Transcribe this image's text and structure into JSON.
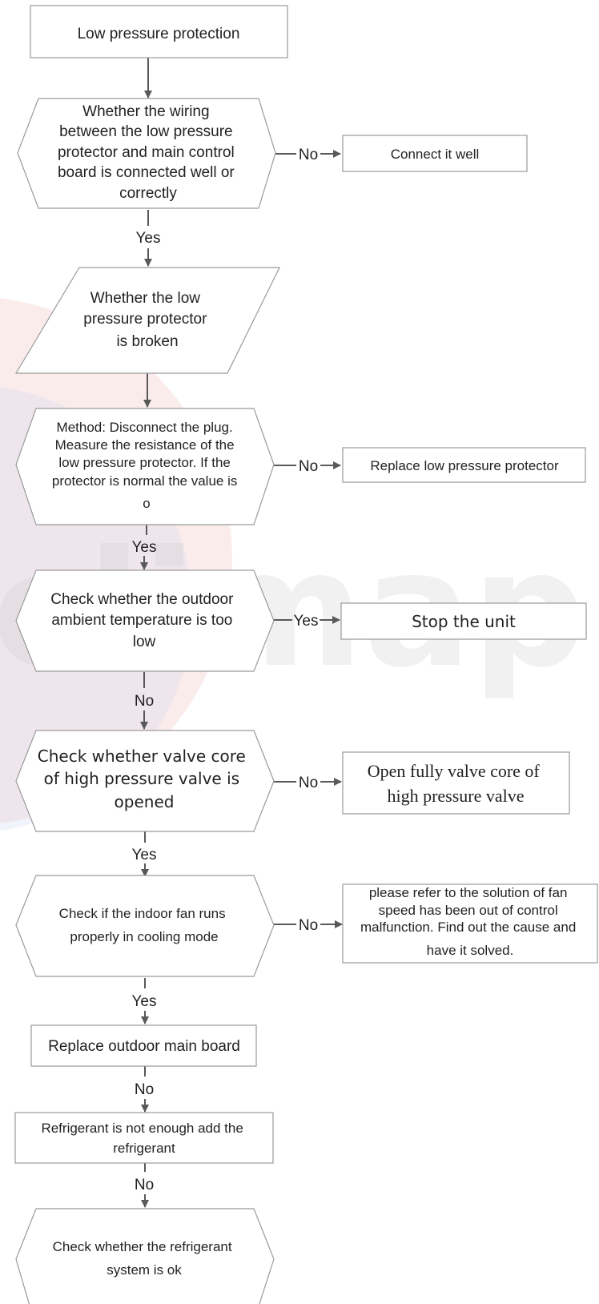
{
  "watermark": "climaproye",
  "nodes": {
    "start": [
      "Low pressure protection"
    ],
    "d_wiring": [
      "Whether  the wiring",
      "between the low pressure",
      "protector and main control",
      "board is connected well or",
      "correctly"
    ],
    "connect": [
      "Connect it well"
    ],
    "d_broken": [
      "Whether the low",
      "pressure protector",
      "is broken"
    ],
    "method": [
      "Method: Disconnect the plug.",
      "Measure the resistance of the",
      "low pressure protector. If the",
      "protector is normal the value is",
      "o"
    ],
    "replace_protector": [
      "Replace low pressure protector"
    ],
    "d_temp": [
      "Check whether the outdoor",
      "ambient temperature is too",
      "low"
    ],
    "stop": [
      "Stop the unit"
    ],
    "d_valve": [
      "Check whether valve core",
      "of high pressure valve is",
      "opened"
    ],
    "open_valve": [
      "Open fully valve core of",
      "high pressure valve"
    ],
    "d_fan": [
      "Check if the indoor fan runs",
      "properly in cooling mode"
    ],
    "fan_solution": [
      "please refer to the solution of fan",
      "speed has been out of control",
      "malfunction. Find out the cause and",
      "have it solved."
    ],
    "replace_board": [
      "Replace outdoor main board"
    ],
    "refrigerant": [
      "Refrigerant is not enough add the",
      "refrigerant"
    ],
    "d_system": [
      "Check whether the refrigerant",
      "system is ok"
    ]
  },
  "edges": {
    "wiring_no": "No",
    "wiring_yes": "Yes",
    "method_no": "No",
    "method_yes": "Yes",
    "temp_yes": "Yes",
    "temp_no": "No",
    "valve_no": "No",
    "valve_yes": "Yes",
    "fan_no": "No",
    "fan_yes": "Yes",
    "board_no": "No",
    "refrigerant_no": "No"
  }
}
